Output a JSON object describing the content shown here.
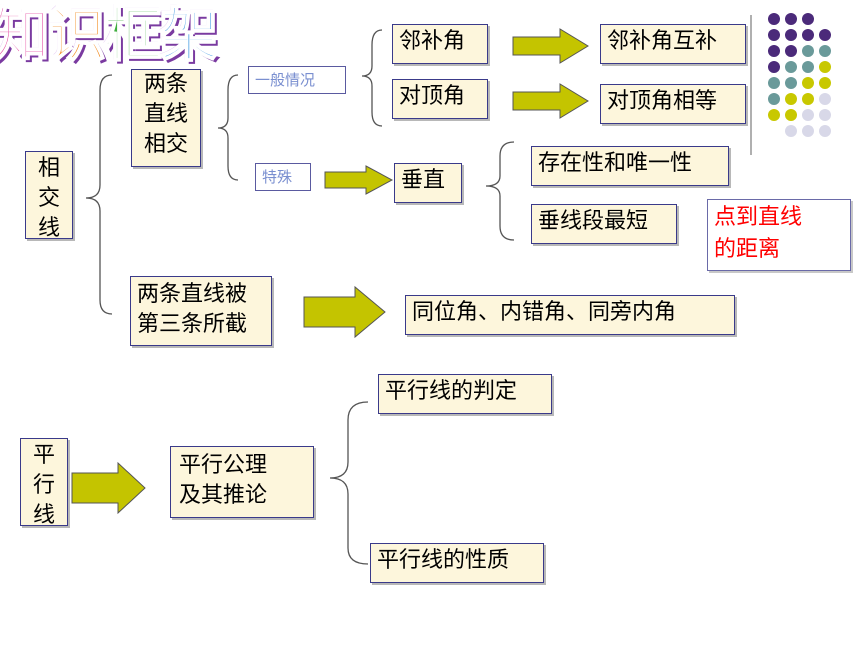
{
  "title": "知识框架",
  "title_colors": [
    "#e23b9a",
    "#f28a1e",
    "#3fae3f",
    "#2a8de0"
  ],
  "nodes": {
    "intersecting_lines": "相交线",
    "two_lines_intersect": [
      "两条",
      "直线",
      "相交"
    ],
    "general_case": "一般情况",
    "special_case": "特殊",
    "adjacent_supplementary": "邻补角",
    "vertical_angles": "对顶角",
    "adjacent_supplementary_property": "邻补角互补",
    "vertical_angles_property": "对顶角相等",
    "perpendicular": "垂直",
    "existence_uniqueness": "存在性和唯一性",
    "shortest_perpendicular": "垂线段最短",
    "point_line_distance": [
      "点到直线",
      "的距离"
    ],
    "cut_by_third_line": [
      "两条直线被",
      "第三条所截"
    ],
    "angle_types": "同位角、内错角、同旁内角",
    "parallel_lines": "平行线",
    "parallel_axiom": [
      "平行公理",
      "及其推论"
    ],
    "parallel_criteria": "平行线的判定",
    "parallel_properties": "平行线的性质"
  },
  "colors": {
    "box_fill": "#fdf6dc",
    "box_border": "#3a3a8a",
    "arrow_fill": "#c4c400",
    "red_text": "#ff0000",
    "dot_purple": "#4b2a7a",
    "dot_teal": "#6a9a9a",
    "dot_yellow": "#c8c800",
    "dot_light": "#d8d8e8"
  }
}
